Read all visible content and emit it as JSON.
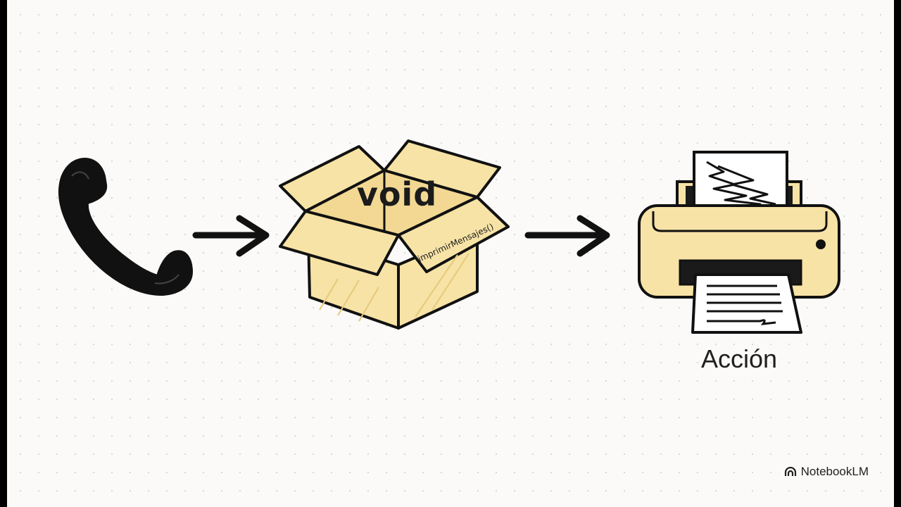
{
  "diagram": {
    "box_label": "void",
    "box_method": "imprimirMensajes()",
    "printer_caption": "Acción"
  },
  "branding": {
    "name": "NotebookLM",
    "icon": "notebooklm-logo-icon"
  },
  "colors": {
    "ink": "#111111",
    "fill": "#f7e3a6",
    "background": "#fbfaf8"
  }
}
